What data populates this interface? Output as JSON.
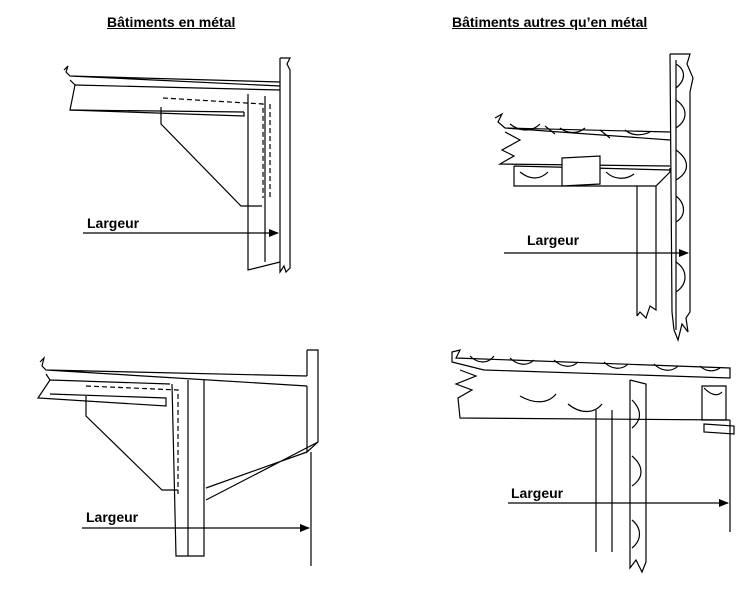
{
  "titles": {
    "metal": "Bâtiments en métal",
    "other": "Bâtiments autres qu’en métal"
  },
  "labels": {
    "width": "Largeur"
  },
  "colors": {
    "line": "#000000",
    "background": "#ffffff"
  }
}
